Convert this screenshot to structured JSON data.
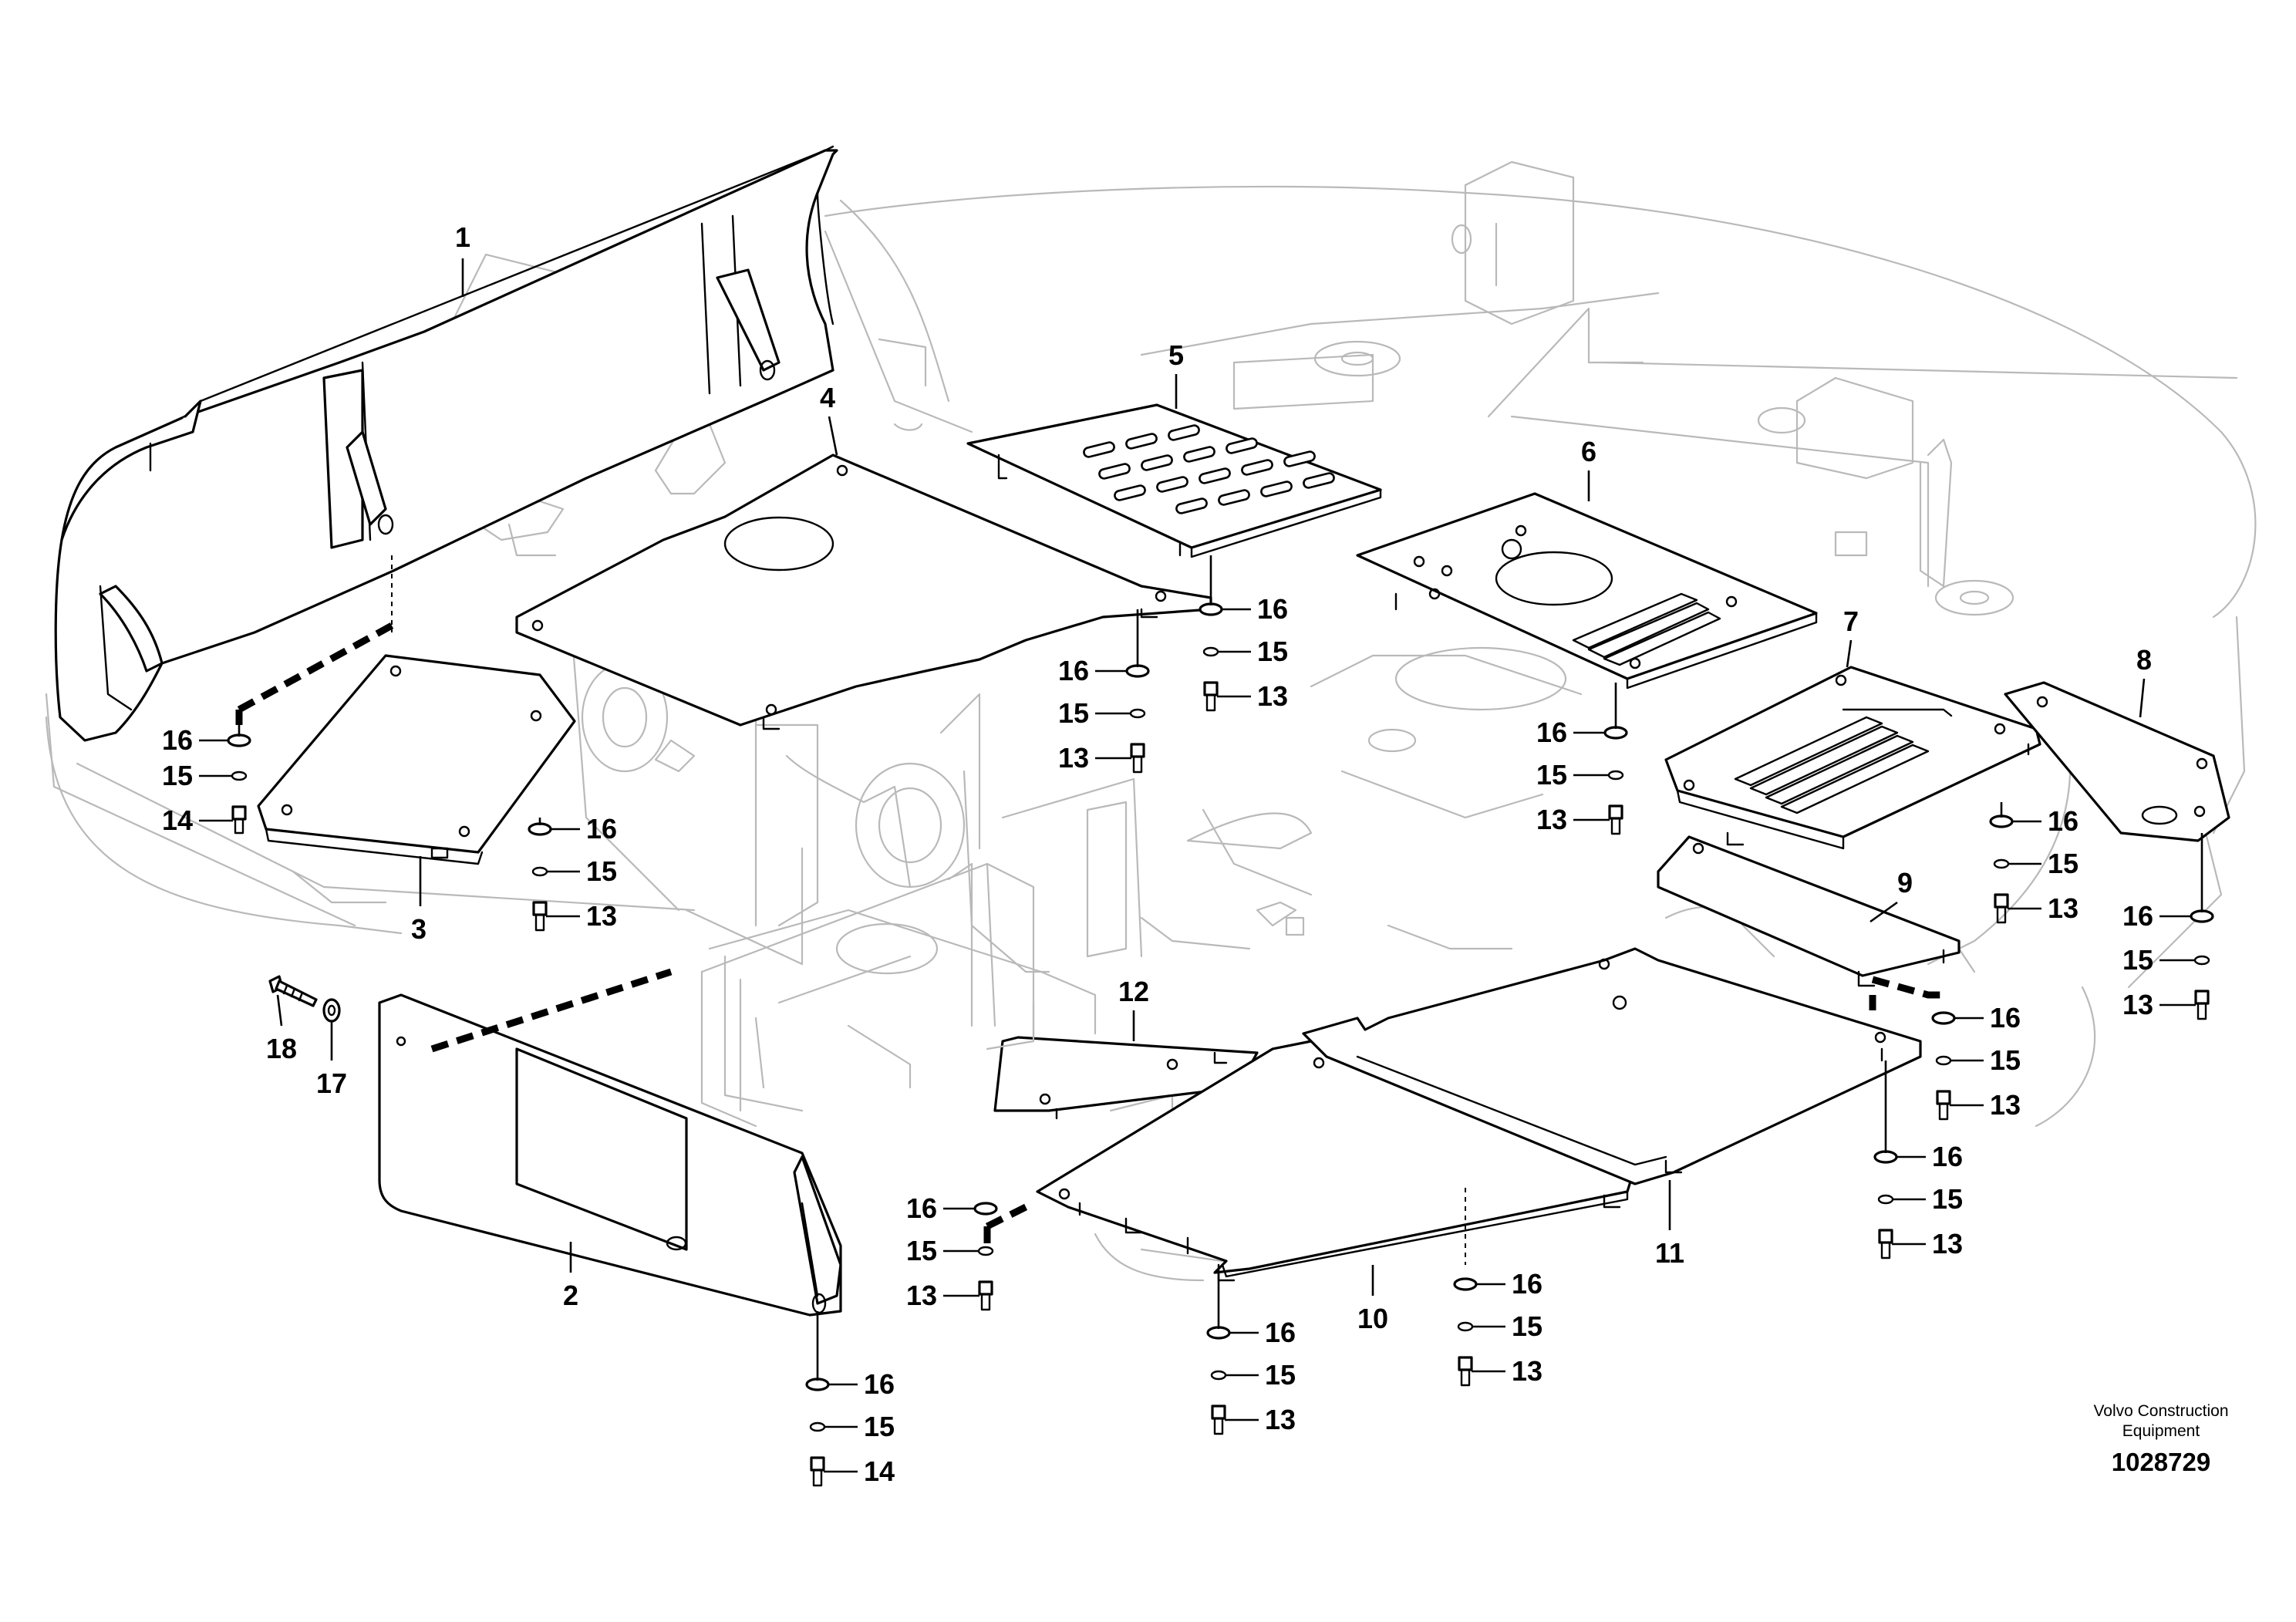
{
  "diagram": {
    "callouts": {
      "c1": "1",
      "c2": "2",
      "c3": "3",
      "c4": "4",
      "c5": "5",
      "c6": "6",
      "c7": "7",
      "c8": "8",
      "c9": "9",
      "c10": "10",
      "c11": "11",
      "c12": "12",
      "c13": "13",
      "c14": "14",
      "c15": "15",
      "c16": "16",
      "c17": "17",
      "c18": "18"
    },
    "fastener_stacks": [
      [
        "16",
        "15",
        "14"
      ],
      [
        "16",
        "15",
        "13"
      ],
      [
        "16",
        "15",
        "13"
      ],
      [
        "16",
        "15",
        "13"
      ],
      [
        "16",
        "15",
        "13"
      ],
      [
        "16",
        "15",
        "13"
      ],
      [
        "16",
        "15",
        "13"
      ],
      [
        "16",
        "15",
        "13"
      ],
      [
        "16",
        "15",
        "13"
      ],
      [
        "16",
        "15",
        "13"
      ],
      [
        "16",
        "15",
        "13"
      ],
      [
        "16",
        "15",
        "13"
      ],
      [
        "16",
        "15",
        "14"
      ]
    ],
    "credit": {
      "line1": "Volvo Construction",
      "line2": "Equipment",
      "document_number": "1028729"
    }
  }
}
